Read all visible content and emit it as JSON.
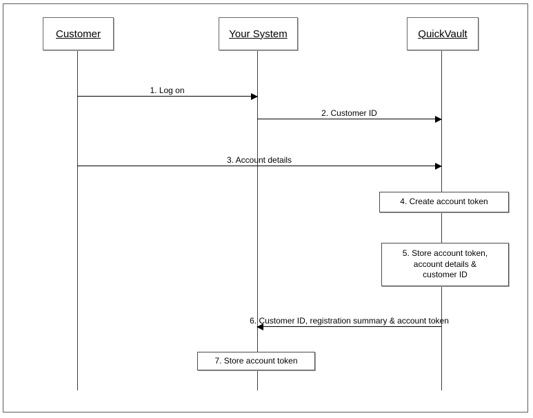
{
  "colors": {
    "background": "#ffffff",
    "frame_border": "#5a5a5a",
    "box_border": "#666666",
    "line": "#3c3c3c",
    "arrow": "#000000",
    "text": "#000000"
  },
  "actors": [
    {
      "label": "Customer"
    },
    {
      "label": "Your System"
    },
    {
      "label": "QuickVault"
    }
  ],
  "messages": [
    {
      "label": "1. Log on",
      "from": "Customer",
      "to": "Your System",
      "direction": "right"
    },
    {
      "label": "2. Customer ID",
      "from": "Your System",
      "to": "QuickVault",
      "direction": "right"
    },
    {
      "label": "3. Account details",
      "from": "Customer",
      "to": "QuickVault",
      "direction": "right"
    },
    {
      "label": "6. Customer ID, registration summary & account token",
      "from": "QuickVault",
      "to": "Your System",
      "direction": "left"
    }
  ],
  "actions": [
    {
      "label": "4. Create account token",
      "actor": "QuickVault"
    },
    {
      "label": "5. Store account token,\naccount details &\ncustomer ID",
      "actor": "QuickVault"
    },
    {
      "label": "7. Store account token",
      "actor": "Your System"
    }
  ]
}
